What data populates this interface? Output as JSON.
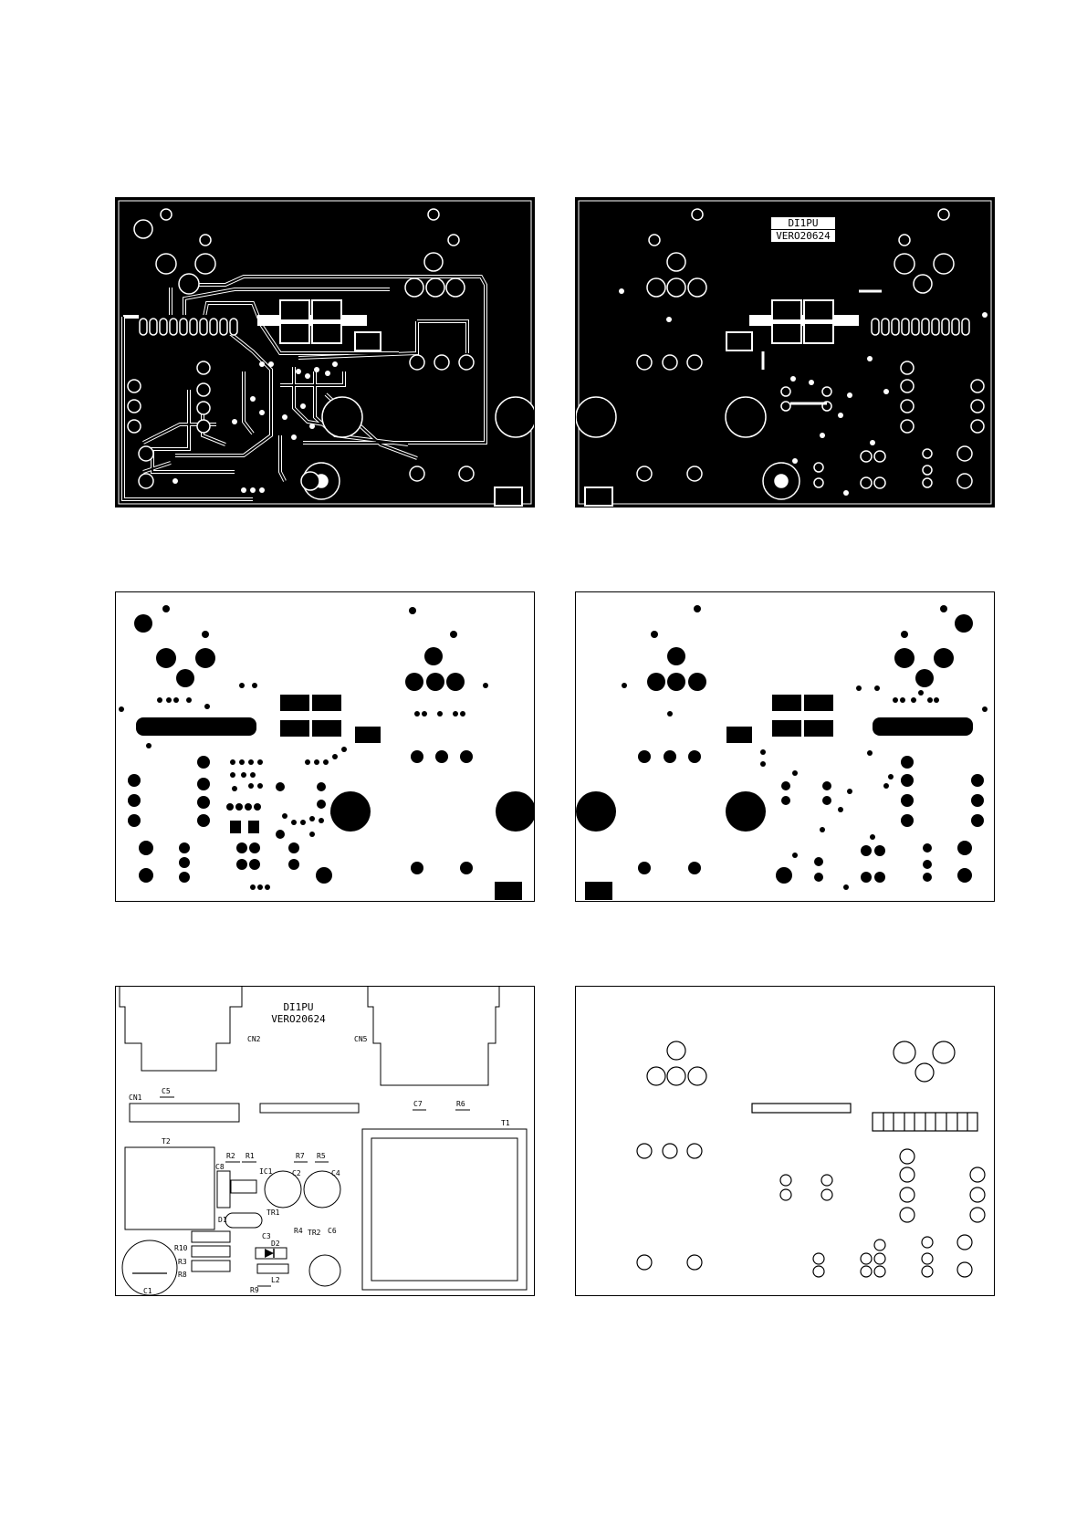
{
  "colors": {
    "copper": "#000000",
    "paper": "#ffffff"
  },
  "board_label": {
    "line1": "DI1PU",
    "line2": "VERO20624"
  },
  "silkscreen": {
    "designators": [
      "CN1",
      "CN2",
      "CN5",
      "C5",
      "C7",
      "R6",
      "T1",
      "T2",
      "R2",
      "R1",
      "R7",
      "R5",
      "C8",
      "IC1",
      "C2",
      "C4",
      "D1",
      "TR1",
      "TR2",
      "R4",
      "C6",
      "C3",
      "R10",
      "R3",
      "R8",
      "D2",
      "L2",
      "R9",
      "C1"
    ]
  }
}
